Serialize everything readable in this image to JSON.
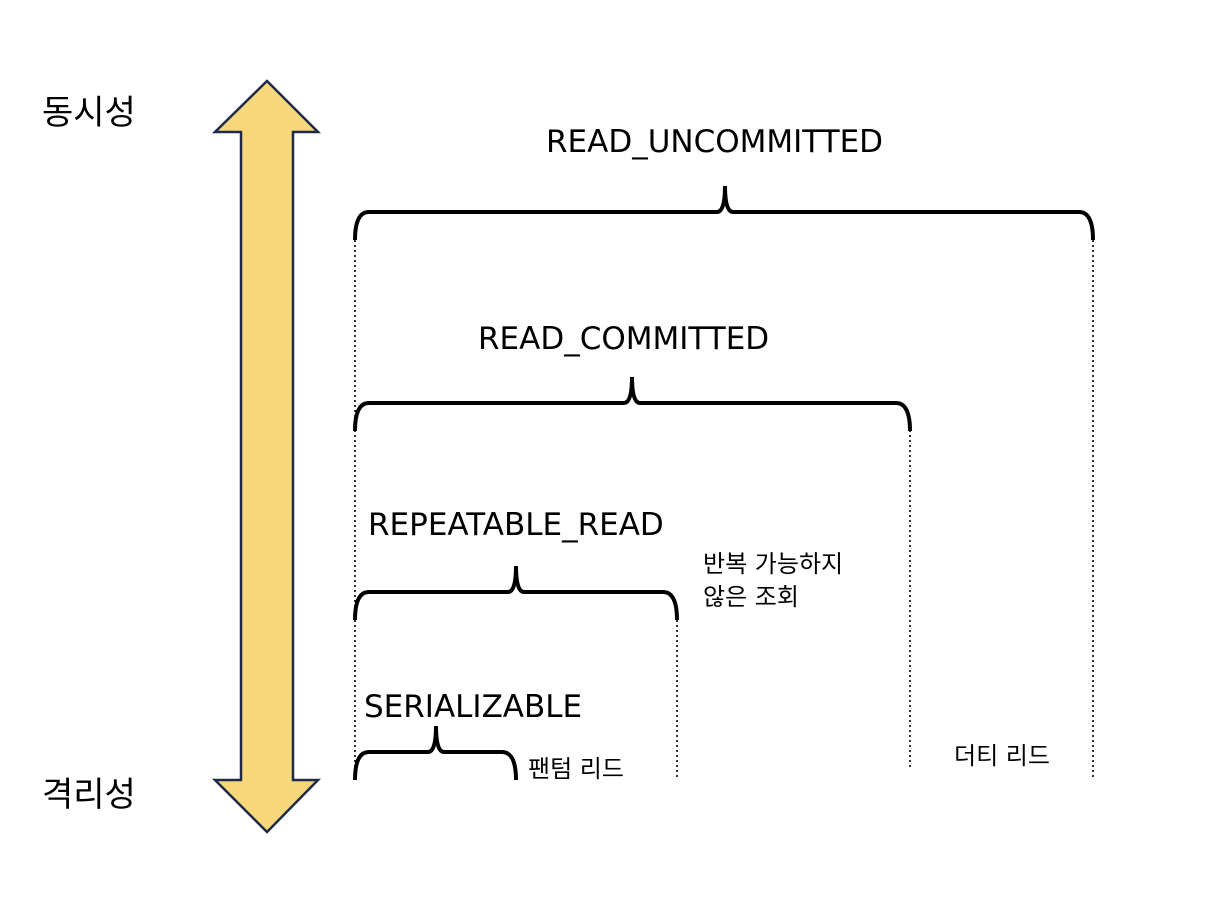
{
  "axis": {
    "top_label": "동시성",
    "bottom_label": "격리성",
    "arrow_fill": "#F7D87A",
    "arrow_stroke": "#1F2A4A"
  },
  "levels": [
    {
      "name": "READ_UNCOMMITTED"
    },
    {
      "name": "READ_COMMITTED"
    },
    {
      "name": "REPEATABLE_READ"
    },
    {
      "name": "SERIALIZABLE"
    }
  ],
  "anomalies": {
    "non_repeatable_line1": "반복 가능하지",
    "non_repeatable_line2": "않은 조회",
    "phantom": "팬텀 리드",
    "dirty": "더티 리드"
  }
}
